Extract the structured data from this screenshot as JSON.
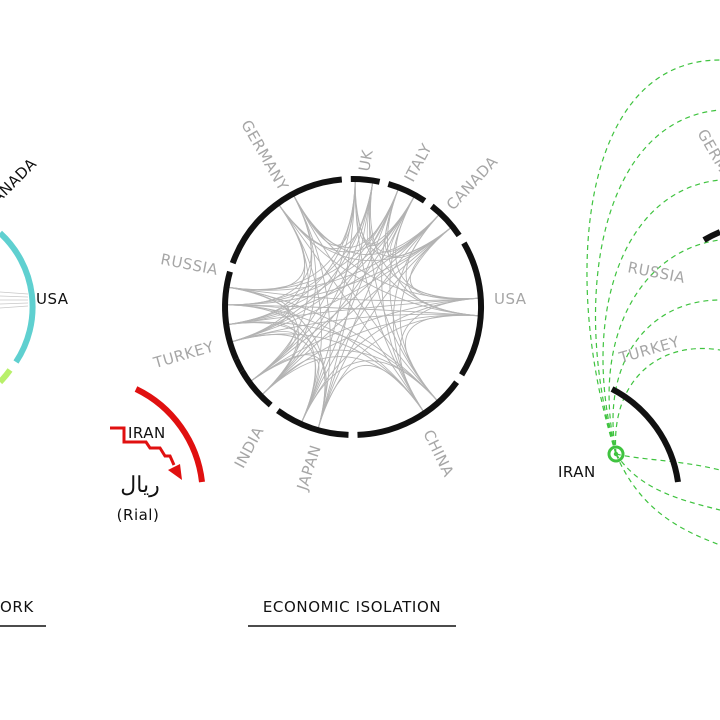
{
  "left_panel": {
    "label_canada_partial": "ANADA",
    "label_usa": "USA",
    "caption_partial": "ORK"
  },
  "iran_inset": {
    "country": "IRAN",
    "currency_native": "ریال",
    "currency_latin": "(Rial)"
  },
  "center_panel": {
    "caption": "ECONOMIC ISOLATION",
    "countries": [
      "GERMANY",
      "UK",
      "ITALY",
      "CANADA",
      "USA",
      "CHINA",
      "JAPAN",
      "INDIA",
      "TURKEY",
      "RUSSIA"
    ]
  },
  "right_panel": {
    "label_russia": "RUSSIA",
    "label_turkey": "TURKEY",
    "label_iran": "IRAN",
    "label_germany_partial": "GERM"
  },
  "colors": {
    "arc_black": "#111111",
    "chord_gray": "#b3b3b3",
    "label_gray": "#a6a6a6",
    "usa_cyan": "#5fd0d0",
    "iran_red": "#e01010",
    "iran_green": "#3fc33f"
  },
  "icons": [
    "currency-drop-arrow-icon",
    "iran-target-icon"
  ]
}
